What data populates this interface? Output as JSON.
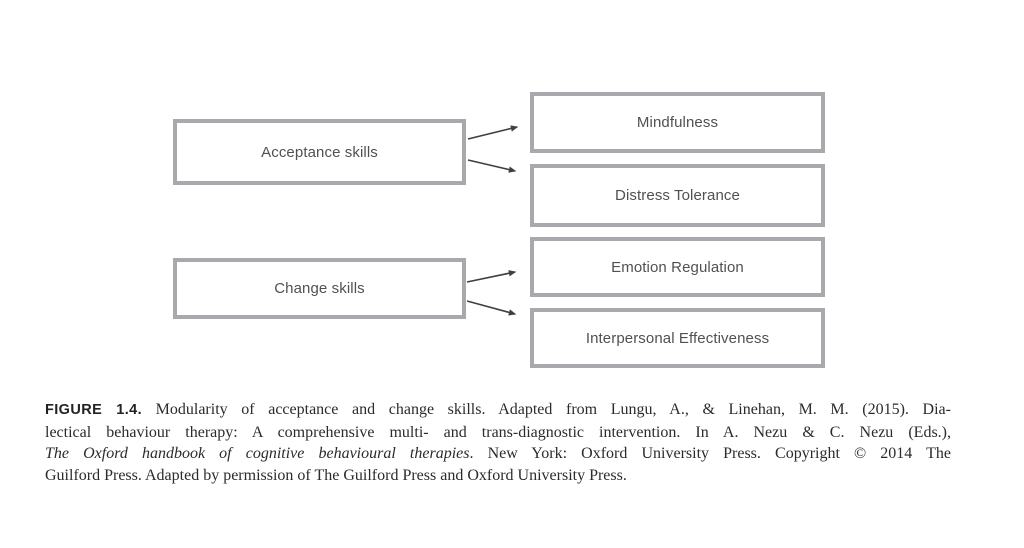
{
  "page": {
    "background": "#ffffff"
  },
  "diagram": {
    "left_boxes": [
      {
        "id": "acceptance-skills",
        "label": "Acceptance skills"
      },
      {
        "id": "change-skills",
        "label": "Change skills"
      }
    ],
    "right_boxes": [
      {
        "id": "mindfulness",
        "label": "Mindfulness"
      },
      {
        "id": "distress-tolerance",
        "label": "Distress Tolerance"
      },
      {
        "id": "emotion-regulation",
        "label": "Emotion Regulation"
      },
      {
        "id": "interpersonal-effectiveness",
        "label": "Interpersonal Effectiveness"
      }
    ],
    "connections": [
      {
        "from": "Acceptance skills",
        "to": "Mindfulness"
      },
      {
        "from": "Acceptance skills",
        "to": "Distress Tolerance"
      },
      {
        "from": "Change skills",
        "to": "Emotion Regulation"
      },
      {
        "from": "Change skills",
        "to": "Interpersonal Effectiveness"
      }
    ],
    "colors": {
      "box_border": "#a9a9ad",
      "box_fill": "#ffffff",
      "box_text": "#515153",
      "arrow": "#404040",
      "caption_text": "#2b2b2b"
    }
  },
  "figure": {
    "label": "FIGURE 1.4.",
    "caption_full": "FIGURE 1.4. Modularity of acceptance and change skills. Adapted from Lungu, A., & Linehan, M. M. (2015). Dialectical behaviour therapy: A comprehensive multi- and trans-diagnostic intervention. In A. Nezu & C. Nezu (Eds.), The Oxford handbook of cognitive behavioural therapies. New York: Oxford University Press. Copyright © 2014 The Guilford Press. Adapted by permission of The Guilford Press and Oxford University Press.",
    "caption_lines": [
      {
        "justify": true,
        "parts": [
          {
            "text": "FIGURE 1.4.",
            "style": "label"
          },
          {
            "text": " Modularity of acceptance and change skills. Adapted from Lungu, A., & Linehan, M. M. (2015). Dia-",
            "style": "normal"
          }
        ]
      },
      {
        "justify": true,
        "parts": [
          {
            "text": "lectical behaviour therapy: A comprehensive multi- and trans-diagnostic intervention. In A. Nezu & C. Nezu (Eds.),",
            "style": "normal"
          }
        ]
      },
      {
        "justify": true,
        "parts": [
          {
            "text": "The Oxford handbook of cognitive behavioural therapies",
            "style": "italic"
          },
          {
            "text": ". New York: Oxford University Press. Copyright © 2014 The",
            "style": "normal"
          }
        ]
      },
      {
        "justify": false,
        "parts": [
          {
            "text": "Guilford Press. Adapted by permission of The Guilford Press and Oxford University Press.",
            "style": "normal"
          }
        ]
      }
    ]
  }
}
